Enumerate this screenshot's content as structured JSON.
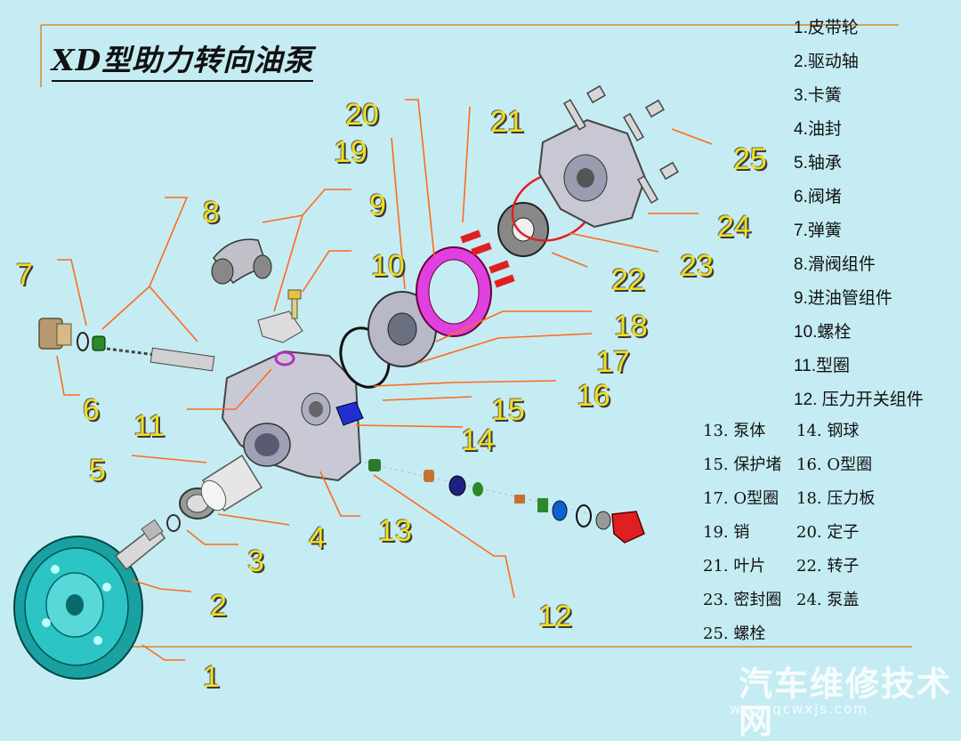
{
  "title": "XD型助力转向油泵",
  "callouts": [
    {
      "id": "num-20",
      "text": "20"
    },
    {
      "id": "num-21",
      "text": "21"
    },
    {
      "id": "num-19",
      "text": "19"
    },
    {
      "id": "num-25",
      "text": "25"
    },
    {
      "id": "num-8",
      "text": "8"
    },
    {
      "id": "num-9",
      "text": "9"
    },
    {
      "id": "num-24",
      "text": "24"
    },
    {
      "id": "num-7",
      "text": "7"
    },
    {
      "id": "num-10",
      "text": "10"
    },
    {
      "id": "num-23",
      "text": "23"
    },
    {
      "id": "num-22",
      "text": "22"
    },
    {
      "id": "num-18",
      "text": "18"
    },
    {
      "id": "num-17",
      "text": "17"
    },
    {
      "id": "num-16",
      "text": "16"
    },
    {
      "id": "num-15",
      "text": "15"
    },
    {
      "id": "num-6",
      "text": "6"
    },
    {
      "id": "num-11",
      "text": "11"
    },
    {
      "id": "num-14",
      "text": "14"
    },
    {
      "id": "num-5",
      "text": "5"
    },
    {
      "id": "num-13",
      "text": "13"
    },
    {
      "id": "num-4",
      "text": "4"
    },
    {
      "id": "num-3",
      "text": "3"
    },
    {
      "id": "num-2",
      "text": "2"
    },
    {
      "id": "num-12",
      "text": "12"
    },
    {
      "id": "num-1",
      "text": "1"
    }
  ],
  "legend_single": [
    "1.皮带轮",
    "2.驱动轴",
    "3.卡簧",
    "4.油封",
    "5.轴承",
    "6.阀堵",
    "7.弹簧",
    "8.滑阀组件",
    "9.进油管组件",
    "10.螺栓",
    "11.型圈",
    "12. 压力开关组件"
  ],
  "legend_rows": [
    [
      "13. 泵体",
      "14. 钢球"
    ],
    [
      "15. 保护堵",
      "16. O型圈"
    ],
    [
      "17. O型圈",
      "18. 压力板"
    ],
    [
      "19. 销",
      "20. 定子"
    ],
    [
      "21. 叶片",
      "22. 转子"
    ],
    [
      "23. 密封圈",
      "24. 泵盖"
    ],
    [
      "25. 螺栓"
    ]
  ],
  "watermark": {
    "name": "汽车维修技术网",
    "url": "www.qcwxjs.com"
  },
  "colors": {
    "background": "#c5ecf2",
    "leader": "#ff6a1a",
    "callout": "#f0e020",
    "frame": "#d98a2a"
  }
}
